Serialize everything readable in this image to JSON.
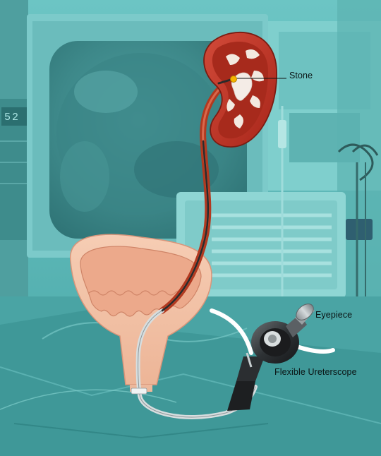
{
  "labels": {
    "stone": "Stone",
    "eyepiece": "Eyepiece",
    "flexible_ureterscope": "Flexible Ureterscope"
  },
  "monitor_readout": "52",
  "colors": {
    "teal_background": "#5fbcbc",
    "kidney_outer": "#c0392b",
    "kidney_inner": "#9e2318",
    "stone": "#f5b400",
    "bladder_outer": "#f2c4a8",
    "bladder_inner": "#e9a98a",
    "scope_cable": "#dfe6e6"
  }
}
